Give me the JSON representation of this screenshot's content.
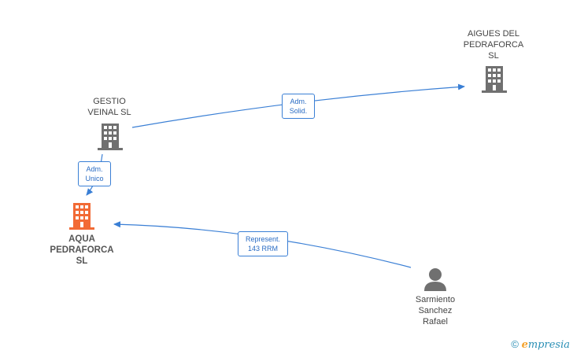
{
  "nodes": {
    "aigues": {
      "label": "AIGUES DEL\nPEDRAFORCA\nSL",
      "icon": "building-icon",
      "color": "#707070"
    },
    "gestio": {
      "label": "GESTIO\nVEINAL  SL",
      "icon": "building-icon",
      "color": "#707070"
    },
    "aqua": {
      "label": "AQUA\nPEDRAFORCA\nSL",
      "icon": "building-icon",
      "color": "#f26a35"
    },
    "person": {
      "label": "Sarmiento\nSanchez\nRafael",
      "icon": "person-icon",
      "color": "#707070"
    }
  },
  "edges": {
    "solid": {
      "label": "Adm.\nSolid."
    },
    "unico": {
      "label": "Adm.\nUnico"
    },
    "repres": {
      "label": "Represent.\n143 RRM"
    }
  },
  "colors": {
    "edge": "#3a7fd5"
  },
  "footer": {
    "copyright": "©",
    "brand_first": "e",
    "brand_rest": "mpresia"
  }
}
